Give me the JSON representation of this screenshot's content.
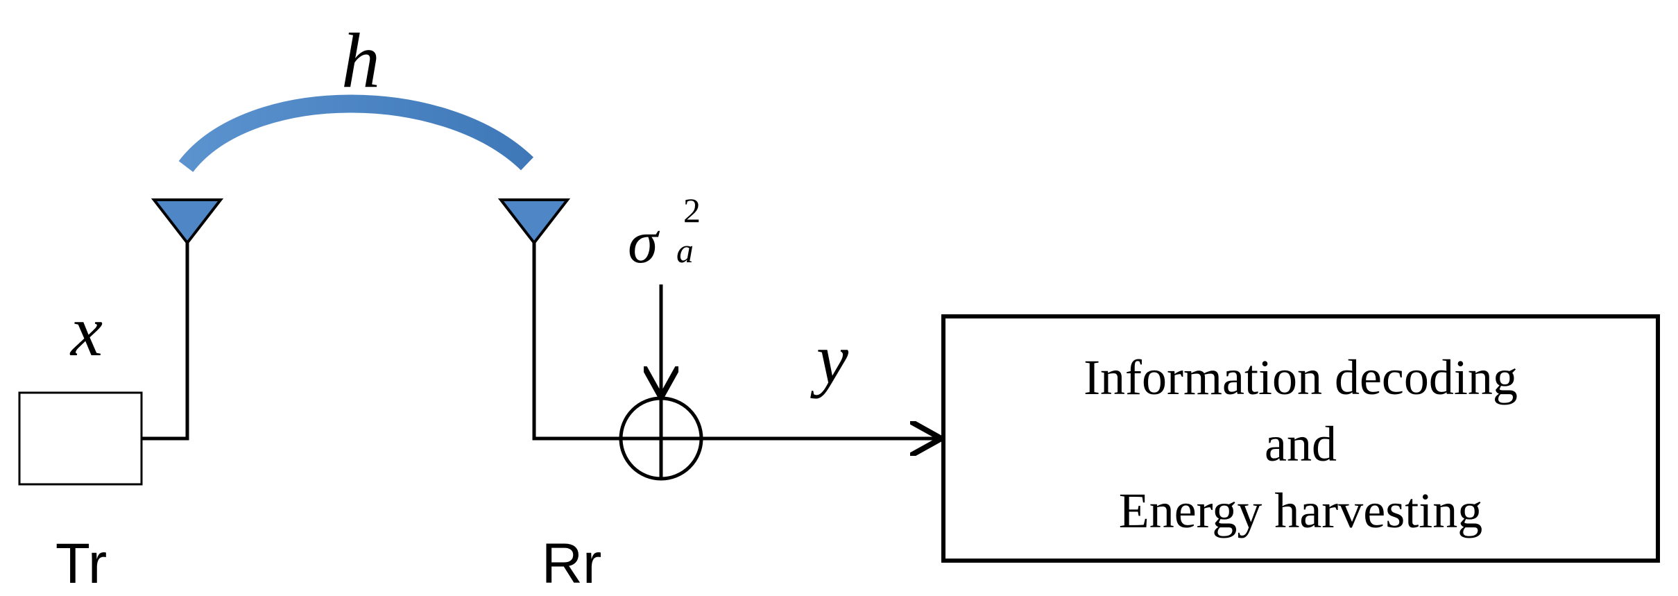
{
  "channel_label": "h",
  "transmit_signal_label": "x",
  "received_signal_label": "y",
  "noise_label": {
    "symbol": "σ",
    "subscript": "a",
    "superscript": "2"
  },
  "transmitter_label": "Tr",
  "receiver_label": "Rr",
  "output_block": {
    "line1": "Information decoding",
    "line2": "and",
    "line3": "Energy harvesting"
  },
  "colors": {
    "antenna_fill": "#4f86c6",
    "channel_arc": "#4a86c8",
    "stroke": "#000000"
  }
}
